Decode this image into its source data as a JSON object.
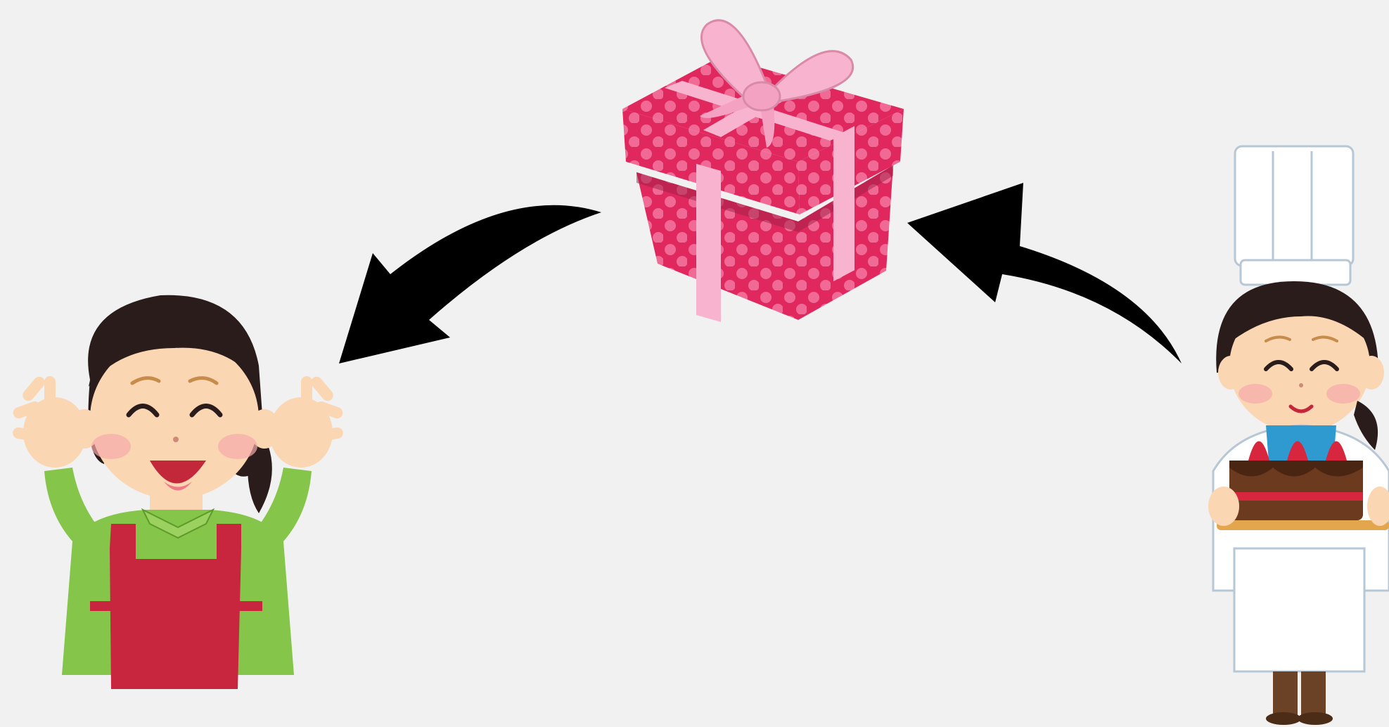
{
  "scene": {
    "background_color": "#f1f1f1",
    "figures": {
      "recipient": {
        "icon": "happy-woman-in-apron-icon"
      },
      "gift": {
        "icon": "gift-box-icon"
      },
      "chef": {
        "icon": "pastry-chef-with-cake-icon"
      }
    },
    "arrows": [
      {
        "icon": "curved-arrow-icon",
        "from": "chef",
        "to": "gift"
      },
      {
        "icon": "curved-arrow-icon",
        "from": "gift",
        "to": "recipient"
      }
    ],
    "colors": {
      "gift_box": "#e0285f",
      "gift_dots": "#f06a95",
      "ribbon": "#f8b4cf",
      "apron": "#c8253f",
      "shirt": "#85c54a",
      "hair": "#2b1c1c",
      "skin": "#fbd6b3",
      "chef_scarf": "#2e9ad0",
      "cake": "#6b3a1f",
      "strawberry": "#d7263d",
      "arrow": "#000000"
    }
  }
}
